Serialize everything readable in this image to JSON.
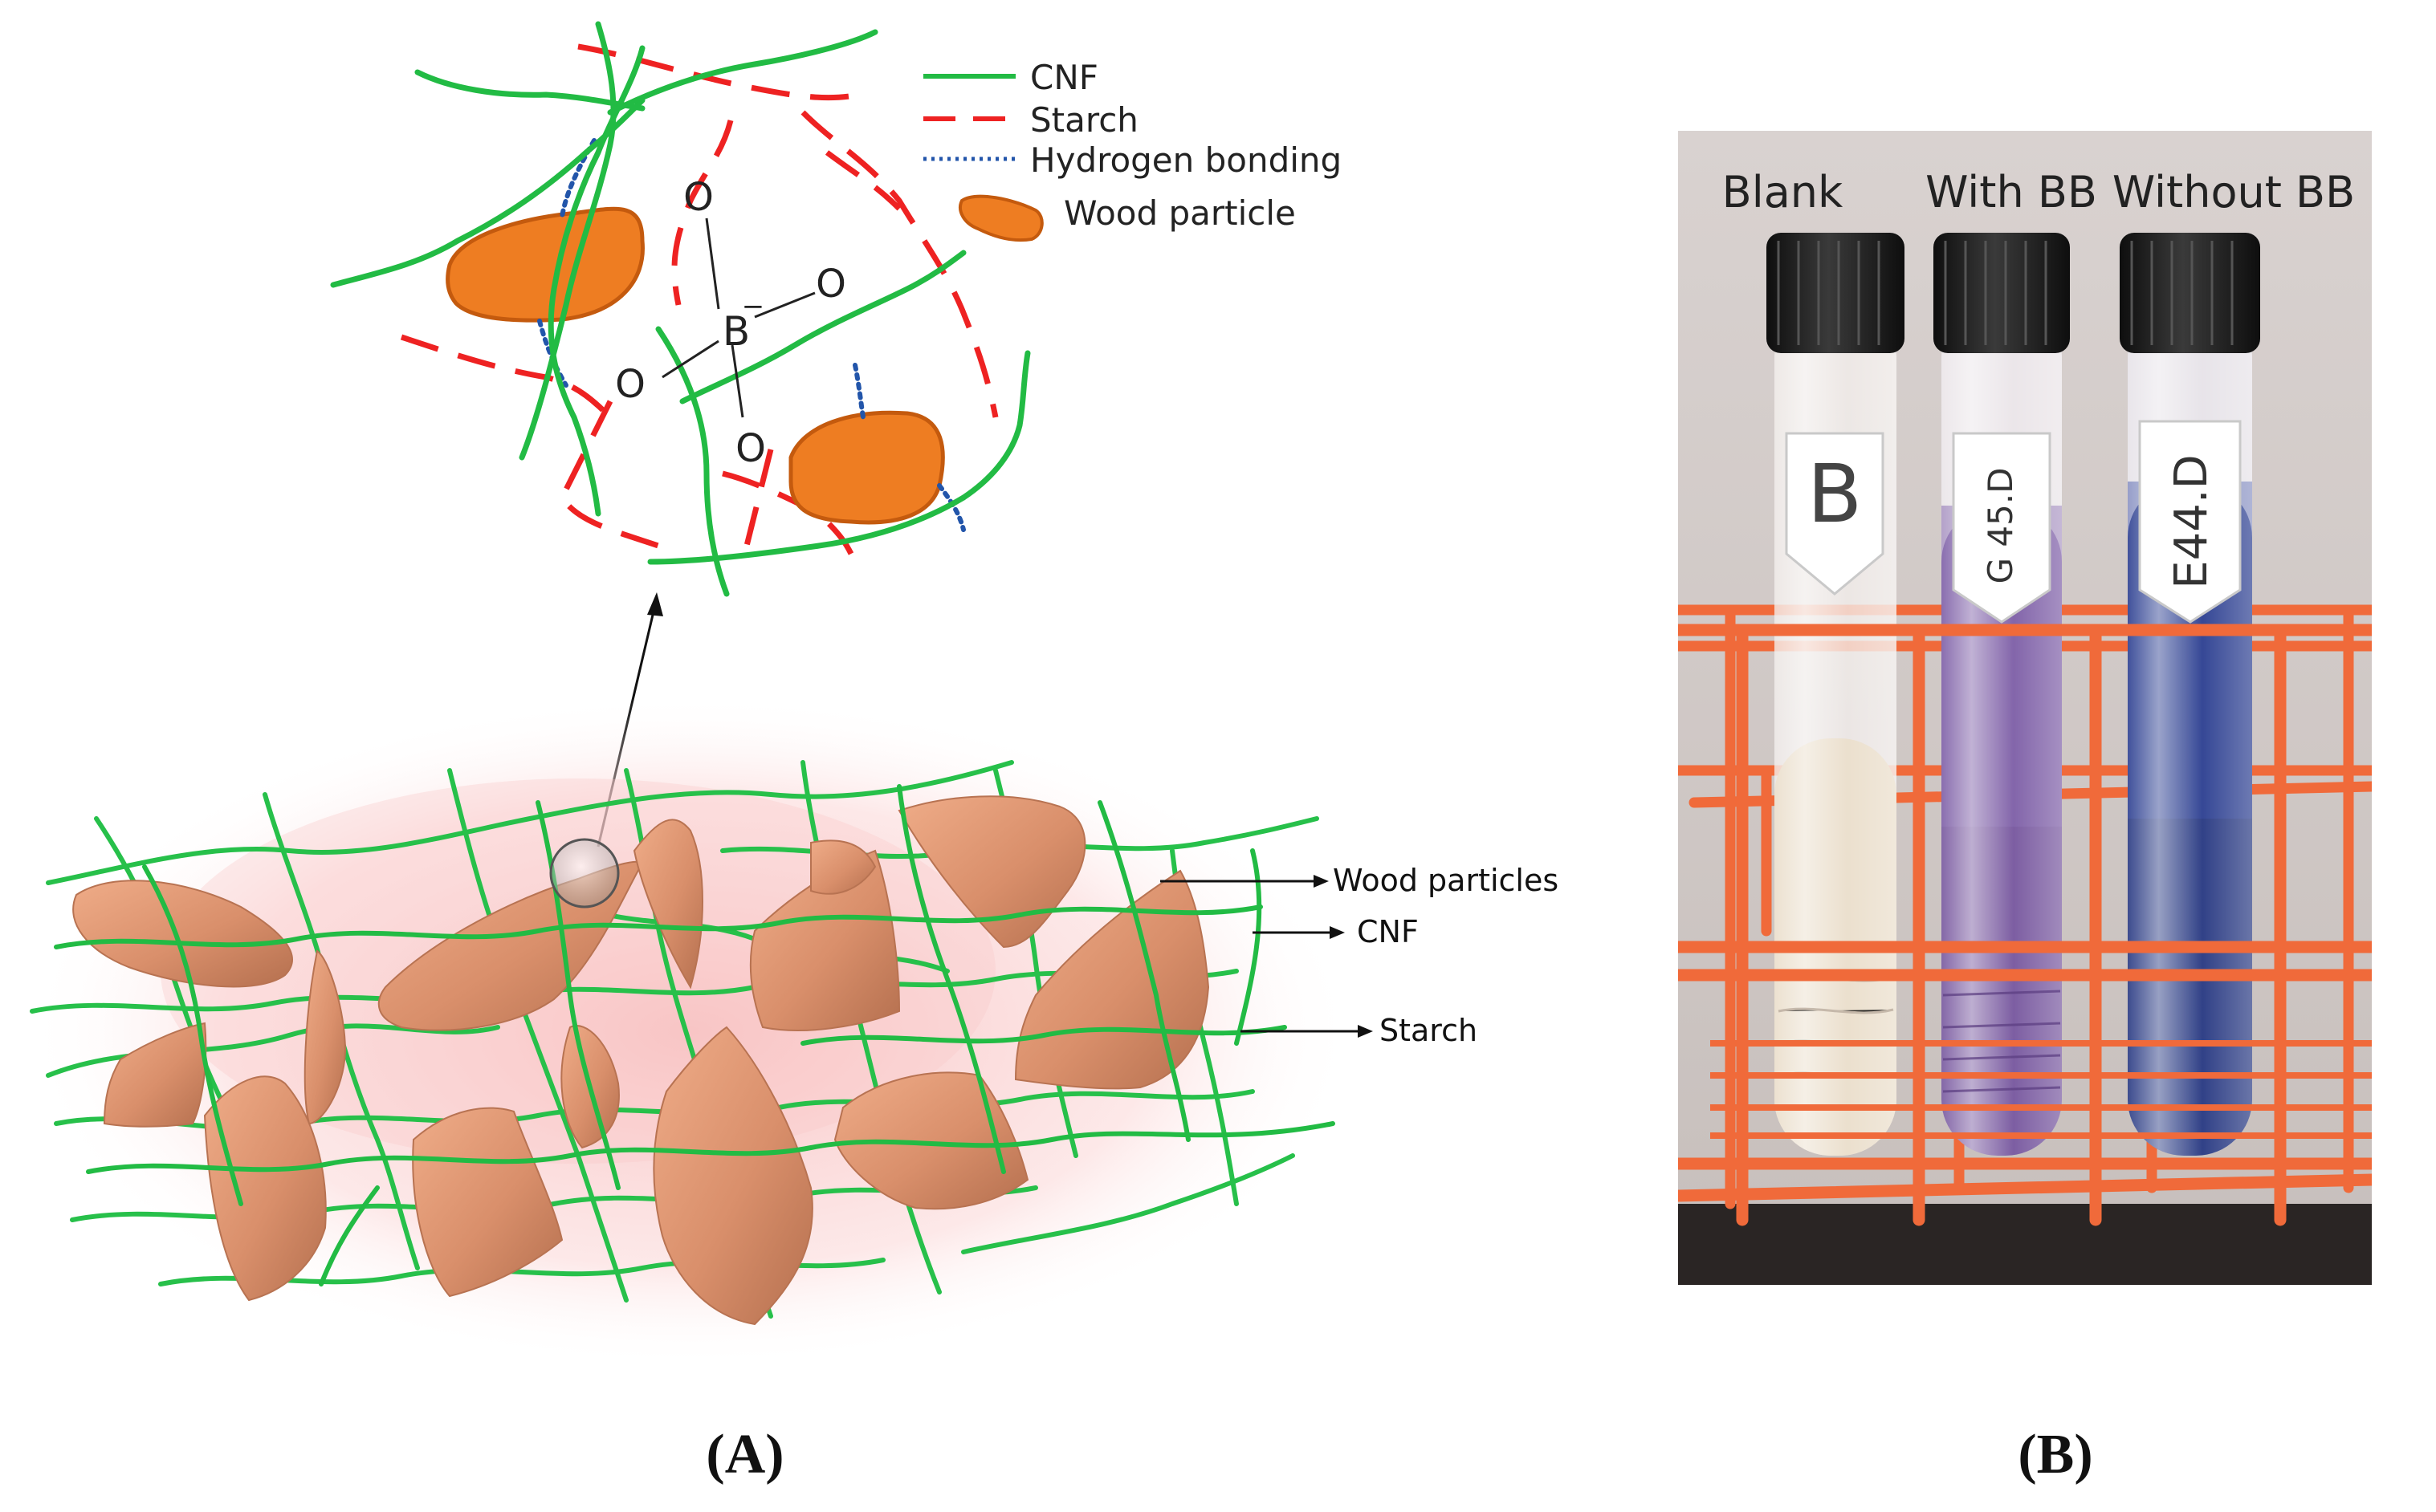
{
  "legend": {
    "items": [
      {
        "label": "CNF",
        "color": "#22bb44",
        "style": "solid-line"
      },
      {
        "label": "Starch",
        "color": "#ee2222",
        "style": "dashed-line"
      },
      {
        "label": "Hydrogen bonding",
        "color": "#2255aa",
        "style": "dotted-line"
      },
      {
        "label": "Wood particle",
        "color": "#ee7d22",
        "style": "blob"
      }
    ]
  },
  "molecule": {
    "center": "B",
    "charge": "−",
    "oxygens": [
      "O",
      "O",
      "O",
      "O"
    ]
  },
  "composite": {
    "labels": [
      "Wood particles",
      "CNF",
      "Starch"
    ]
  },
  "photo": {
    "tube_labels": [
      "Blank",
      "With BB",
      "Without BB"
    ],
    "tag_texts": [
      "B",
      "G 45.D",
      "E44.D"
    ]
  },
  "panels": {
    "a": "(A)",
    "b": "(B)"
  },
  "colors": {
    "cnf": "#22bb44",
    "starch": "#ee2222",
    "hbond": "#2255aa",
    "wood": "#ee7d22",
    "particle": "#dd9370",
    "rack": "#f06a3a",
    "cap": "#1c1c1c",
    "blank_liquid": "#e9dcc8",
    "with_bb_liquid": "#6e4c98",
    "without_bb_liquid": "#1a2c7a"
  }
}
